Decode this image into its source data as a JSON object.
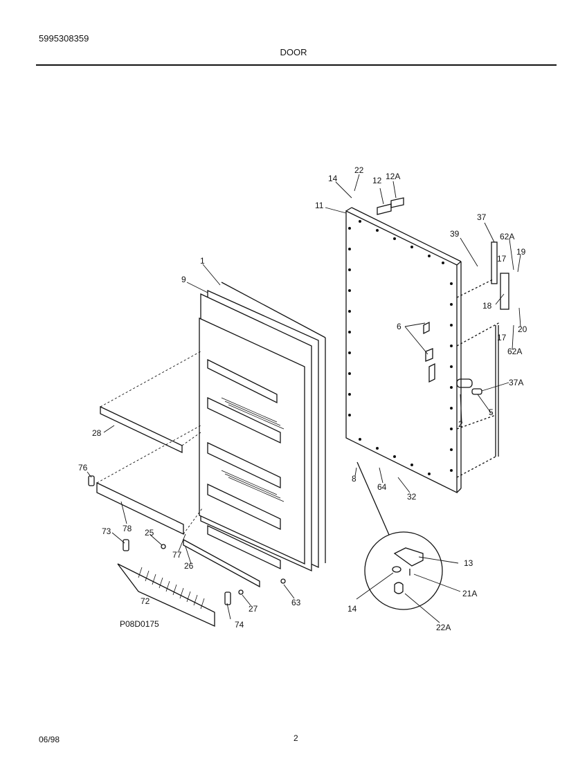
{
  "header": {
    "part_number": "5995308359",
    "title": "DOOR"
  },
  "footer": {
    "date": "06/98",
    "page": "2"
  },
  "diagram": {
    "figure_id": "P08D0175",
    "callouts": [
      "1",
      "9",
      "28",
      "76",
      "78",
      "73",
      "25",
      "77",
      "26",
      "72",
      "74",
      "27",
      "63",
      "14",
      "22",
      "12",
      "12A",
      "11",
      "39",
      "37",
      "62A",
      "19",
      "17",
      "18",
      "20",
      "17",
      "62A",
      "6",
      "37A",
      "2",
      "5",
      "8",
      "64",
      "32",
      "13",
      "14",
      "21A",
      "22A"
    ]
  }
}
